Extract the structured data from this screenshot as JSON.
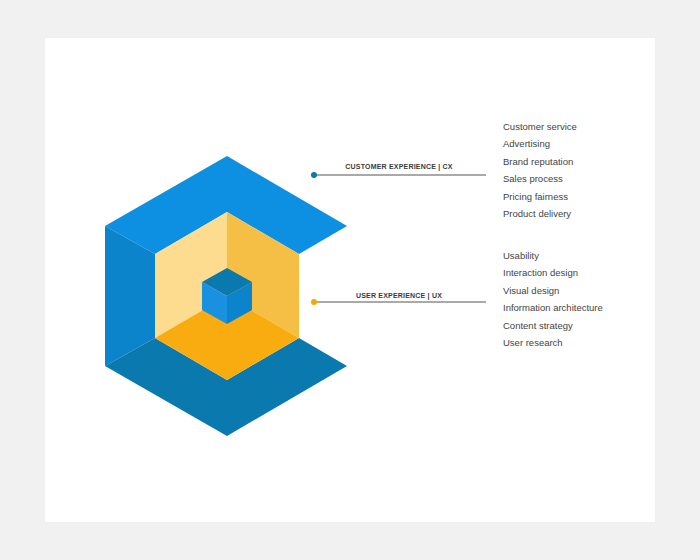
{
  "diagram": {
    "labels": [
      "CUSTOMER EXPERIENCE | CX",
      "Customer service",
      "Advertising",
      "Brand reputation",
      "Sales process",
      "Pricing fairness",
      "Product delivery",
      "USER EXPERIENCE | UX",
      "Usability",
      "Interaction design",
      "Visual design",
      "Information architecture",
      "Content strategy",
      "User research"
    ]
  }
}
